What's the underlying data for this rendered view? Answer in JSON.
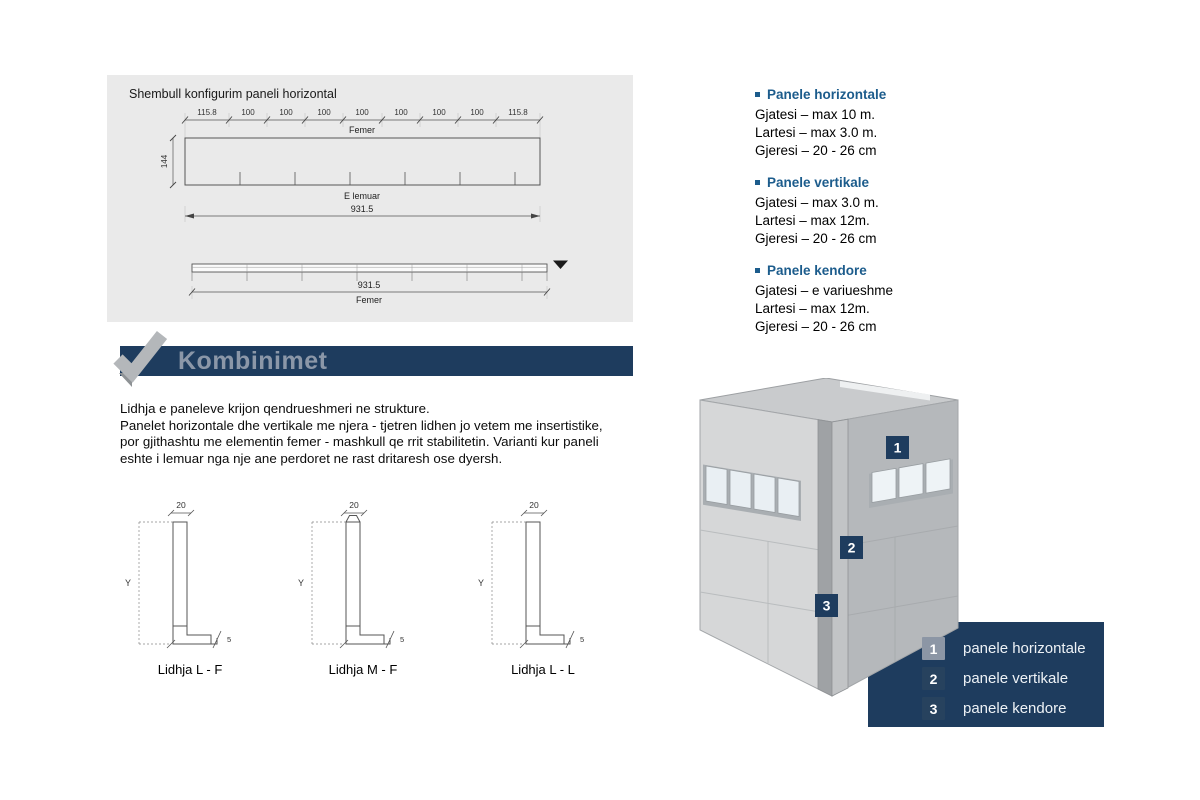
{
  "drawing_panel": {
    "title": "Shembull konfigurim paneli horizontal",
    "top_dims": [
      "115.8",
      "100",
      "100",
      "100",
      "100",
      "100",
      "100",
      "100",
      "115.8"
    ],
    "femer_top": "Femer",
    "height_dim": "144",
    "e_lemuar": "E lemuar",
    "total_dim": "931.5",
    "bottom_dim": "931.5",
    "femer_bottom": "Femer"
  },
  "specs": [
    {
      "title": "Panele horizontale",
      "lines": [
        "Gjatesi – max 10 m.",
        "Lartesi – max 3.0 m.",
        "Gjeresi – 20 - 26 cm"
      ]
    },
    {
      "title": "Panele vertikale",
      "lines": [
        "Gjatesi – max 3.0 m.",
        "Lartesi – max 12m.",
        "Gjeresi – 20 - 26 cm"
      ]
    },
    {
      "title": "Panele kendore",
      "lines": [
        "Gjatesi – e variueshme",
        "Lartesi – max 12m.",
        "Gjeresi – 20 - 26 cm"
      ]
    }
  ],
  "section": {
    "title": "Kombinimet"
  },
  "paragraph": {
    "lines": [
      "Lidhja e paneleve krijon qendrueshmeri ne strukture.",
      "Panelet horizontale dhe vertikale me njera - tjetren lidhen jo vetem me insertistike,",
      "por gjithashtu me elementin femer - mashkull qe rrit stabilitetin. Varianti kur paneli",
      "eshte i lemuar nga nje ane perdoret ne rast dritaresh ose dyersh."
    ]
  },
  "connections": [
    {
      "label": "Lidhja L - F",
      "top_dim": "20",
      "y_label": "Y",
      "small_dim": "5"
    },
    {
      "label": "Lidhja M - F",
      "top_dim": "20",
      "y_label": "Y",
      "small_dim": "5"
    },
    {
      "label": "Lidhja L - L",
      "top_dim": "20",
      "y_label": "Y",
      "small_dim": "5"
    }
  ],
  "building": {
    "badges": [
      "1",
      "2",
      "3"
    ]
  },
  "legend": {
    "items": [
      {
        "num": "1",
        "label": "panele horizontale"
      },
      {
        "num": "2",
        "label": "panele vertikale"
      },
      {
        "num": "3",
        "label": "panele kendore"
      }
    ]
  },
  "colors": {
    "navy": "#1e3c5e",
    "spec_blue": "#1c5c8c",
    "panel_gray": "#eaeaea"
  }
}
